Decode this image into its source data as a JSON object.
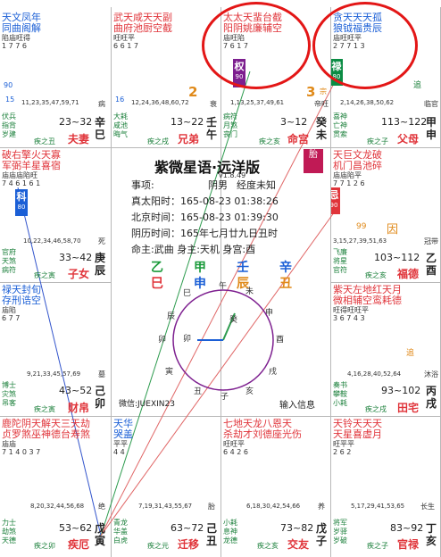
{
  "center": {
    "title": "紫微星语·远洋版",
    "version": "v1.8.49",
    "gender": "阴男",
    "matter_label": "事项:",
    "longitude": "经度未知",
    "true_solar": "真太阳时：165-08-23 01:38:26",
    "beijing": "北京时间：165-08-23 01:39:30",
    "lunar": "阴历时间：165年七月廿九日丑时",
    "life_body": "命主:武曲 身主:天机 身宫:酉",
    "year_pillar": {
      "stem": "乙",
      "branch": "巳"
    },
    "month_pillar": {
      "stem": "甲",
      "branch": "申"
    },
    "day_pillar": {
      "stem": "壬",
      "branch": "辰"
    },
    "hour_pillar": {
      "stem": "辛",
      "branch": "丑"
    },
    "wechat": "微信:JUEXIN23",
    "input_info": "输入信息",
    "compass": {
      "top": "午",
      "tl": "巳",
      "tr": "未",
      "l1": "辰",
      "l2": "卯",
      "l3": "寅",
      "r1": "申",
      "r2": "酉",
      "r3": "戌",
      "bl": "丑",
      "br": "亥",
      "bottom": "子",
      "arrow": "癸"
    }
  },
  "badges": {
    "ke_label": "科",
    "ke_num": "80",
    "ji_label": "忌",
    "ji_num": "90",
    "quan_label": "权",
    "quan_num": "90",
    "lu_label": "禄",
    "lu_num": "80"
  },
  "corner_marks": {
    "yin_sha": "胎",
    "zong": "宗",
    "yin": "因",
    "zhui": "追",
    "zhui2": "追",
    "num99": "99"
  },
  "cells": {
    "si": {
      "stars": "天文凤年",
      "stars2": "同曲阁解",
      "bright": "陷庙旺得",
      "bright2": "1 7 7 6",
      "extra": "90",
      "num": "15",
      "ages": "11,23,35,47,59,71",
      "gods1": "伏兵\n指背\n岁建",
      "ruler": "疾之丑",
      "range": "23~32",
      "palace": "夫妻",
      "stem": "辛\n巳",
      "tag": "病"
    },
    "wu": {
      "stars": "武天咸天天副",
      "stars2": "曲府池厨空截",
      "bright": "旺旺平",
      "bright2": "6 6 1     7",
      "num": "2",
      "num2": "16",
      "ages": "12,24,36,48,60,72",
      "gods1": "大耗\n咸池\n晦气",
      "ruler": "疾之戌",
      "range": "13~22",
      "palace": "兄弟",
      "stem": "壬\n午",
      "tag": "衰"
    },
    "wei": {
      "stars": "太太天蜚台截",
      "stars2": "阳阴姚廉辅空",
      "bright": "庙旺陷",
      "bright2": "7 6 1       7",
      "ages": "1,13,25,37,49,61",
      "gods1": "病符\n月煞\n丧门",
      "ruler": "疾之亥",
      "range": "3~12",
      "palace": "命宫",
      "stem": "癸\n未",
      "tag": "帝旺",
      "num": "3",
      "zong": "宗"
    },
    "shen": {
      "stars": "贪天天天孤",
      "stars2": "狼钺福贵辰",
      "bright": "庙旺旺平",
      "bright2": "2 7 7 1 3",
      "ages": "2,14,26,38,50,62",
      "gods1": "喜神\n亡神\n贯索",
      "ruler": "疾之子",
      "range": "113~122",
      "palace": "父母",
      "stem": "甲\n申",
      "tag": "临官",
      "zhui": "追"
    },
    "chen": {
      "stars": "破右擎火天寡",
      "stars2": "军弼羊星喜宿",
      "bright": "庙庙庙陷旺",
      "bright2": "7 4 6 1 6 1",
      "ages": "10,22,34,46,58,70",
      "gods1": "官府\n天煞\n病符",
      "ruler": "疾之寅",
      "range": "33~42",
      "palace": "子女",
      "stem": "庚\n辰",
      "tag": "死"
    },
    "you": {
      "stars": "天巨文龙破",
      "stars2": "机门昌池碎",
      "bright": "庙庙陷平",
      "bright2": "7 7 1 2 6",
      "num": "99",
      "ages": "3,15,27,39,51,63",
      "gods1": "飞廉\n将星\n官符",
      "ruler": "疾之亥",
      "range": "103~112",
      "palace": "福德",
      "stem": "乙\n酉",
      "tag": "冠带",
      "yin": "因"
    },
    "mao": {
      "stars": "禄天封旬",
      "stars2": "存刑诰空",
      "bright": "庙陷",
      "bright2": "6 7 7",
      "ages": "9,21,33,45,57,69",
      "gods1": "博士\n灾煞\n吊客",
      "ruler": "疾之寅",
      "range": "43~52",
      "palace": "财帛",
      "stem": "己\n卯",
      "tag": "墓"
    },
    "xu": {
      "stars": "紫天左地红天月",
      "stars2": "微相辅空鸾耗德",
      "bright": "旺得旺旺平",
      "bright2": "3 6 7 4 3",
      "ages": "4,16,28,40,52,64",
      "gods1": "奏书\n攀鞍\n小耗",
      "ruler": "疾之戌",
      "range": "93~102",
      "palace": "田宅",
      "stem": "丙\n戌",
      "tag": "沐浴",
      "zhui": "追"
    },
    "yin": {
      "stars": "鹿陀阴天解天三天劫",
      "stars2": "贞罗煞巫神德台寿煞",
      "bright": "庙庙",
      "bright2": "7 1   4 0 3 7",
      "ages": "8,20,32,44,56,68",
      "gods1": "力士\n劫煞\n天德",
      "ruler": "疾之卯",
      "range": "53~62",
      "palace": "疾厄",
      "stem": "戊\n寅",
      "tag": "绝"
    },
    "chou": {
      "stars": "天华",
      "stars2": "哭盖",
      "bright": "平平",
      "bright2": "4 4",
      "ages": "7,19,31,43,55,67",
      "gods1": "青龙\n华盖\n白虎",
      "ruler": "疾之元",
      "range": "63~72",
      "palace": "迁移",
      "stem": "己\n丑",
      "tag": "胎"
    },
    "zi": {
      "stars": "七地天龙八恩天",
      "stars2": "杀劫才刘德座光伤",
      "bright": "旺旺平",
      "bright2": "6 4 2      6",
      "ages": "6,18,30,42,54,66",
      "gods1": "小耗\n息神\n龙德",
      "ruler": "疾之亥",
      "range": "73~82",
      "palace": "交友",
      "stem": "戊\n子",
      "tag": "养"
    },
    "hai": {
      "stars": "天铃天天天",
      "stars2": "天星喜虚月",
      "bright": "旺平平",
      "bright2": "2 6 2",
      "ages": "5,17,29,41,53,65",
      "gods1": "将军\n岁驿\n岁破",
      "ruler": "疾之子",
      "range": "83~92",
      "palace": "官禄",
      "stem": "丁\n亥",
      "tag": "长生"
    }
  },
  "colors": {
    "red": "#e0343a",
    "blue": "#1b5fd6",
    "green": "#1a7f3a",
    "purple": "#7d1f8f",
    "teal": "#0b8c44"
  }
}
